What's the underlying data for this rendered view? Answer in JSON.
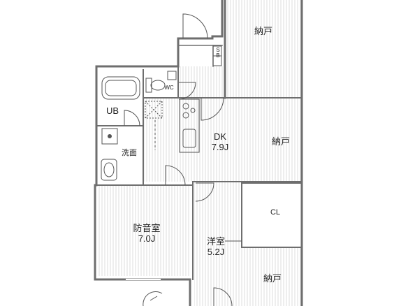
{
  "rooms": {
    "storage_top": {
      "name": "納戸"
    },
    "storage_middle": {
      "name": "納戸"
    },
    "storage_bottom": {
      "name": "納戸"
    },
    "dk": {
      "name": "DK",
      "size": "7.9J"
    },
    "soundproof_room": {
      "name": "防音室",
      "size": "7.0J"
    },
    "western_room": {
      "name": "洋室",
      "size": "5.2J"
    },
    "closet": {
      "name": "CL"
    },
    "unit_bath": {
      "name": "UB"
    },
    "washroom": {
      "name": "洗面"
    },
    "wc": {
      "name": "WC"
    },
    "shoe_box": {
      "name": "SB"
    }
  },
  "colors": {
    "wall": "#6e6e6e",
    "floor_hatch": "#d4d4d4",
    "fixture": "#555555",
    "background": "#ffffff"
  }
}
